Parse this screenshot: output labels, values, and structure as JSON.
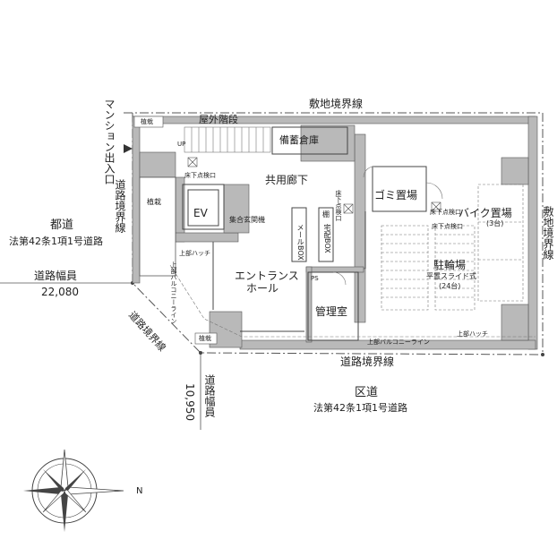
{
  "site": {
    "boundary_top": "敷地境界線",
    "boundary_right": "敷地境界線",
    "road_boundary_bottom": "道路境界線",
    "road_boundary_left": "道路境界線",
    "road_boundary_diag": "道路境界線",
    "mansion_entrance": "マンション出入口"
  },
  "roads": {
    "metro": {
      "name": "都道",
      "law": "法第42条1項1号道路",
      "width_label": "道路幅員",
      "width_value": "22,080"
    },
    "ward": {
      "name": "区道",
      "law": "法第42条1項1号道路",
      "width_label": "道路幅員",
      "width_value": "10,950"
    }
  },
  "rooms": {
    "outdoor_stairs": "屋外階段",
    "storage": "備蓄倉庫",
    "corridor": "共用廊下",
    "ev": "EV",
    "entrance_machine": "集合玄関機",
    "entrance_hall_1": "エントランス",
    "entrance_hall_2": "ホール",
    "mail_box": "メールBOX",
    "delivery_box": "宅配BOX",
    "shelf": "棚",
    "manager": "管理室",
    "garbage": "ゴミ置場",
    "bike": "バイク置場",
    "bike_count": "(3台)",
    "bicycle": "駐輪場",
    "bicycle_type": "平置スライド式",
    "bicycle_count": "(24台)"
  },
  "labels": {
    "planting": "植栽",
    "up": "UP",
    "floor_hatch": "床下点検口",
    "upper_hatch": "上部ハッチ",
    "upper_balcony_line": "上部バルコニーライン",
    "ps": "PS"
  },
  "compass": {
    "north": "N"
  }
}
